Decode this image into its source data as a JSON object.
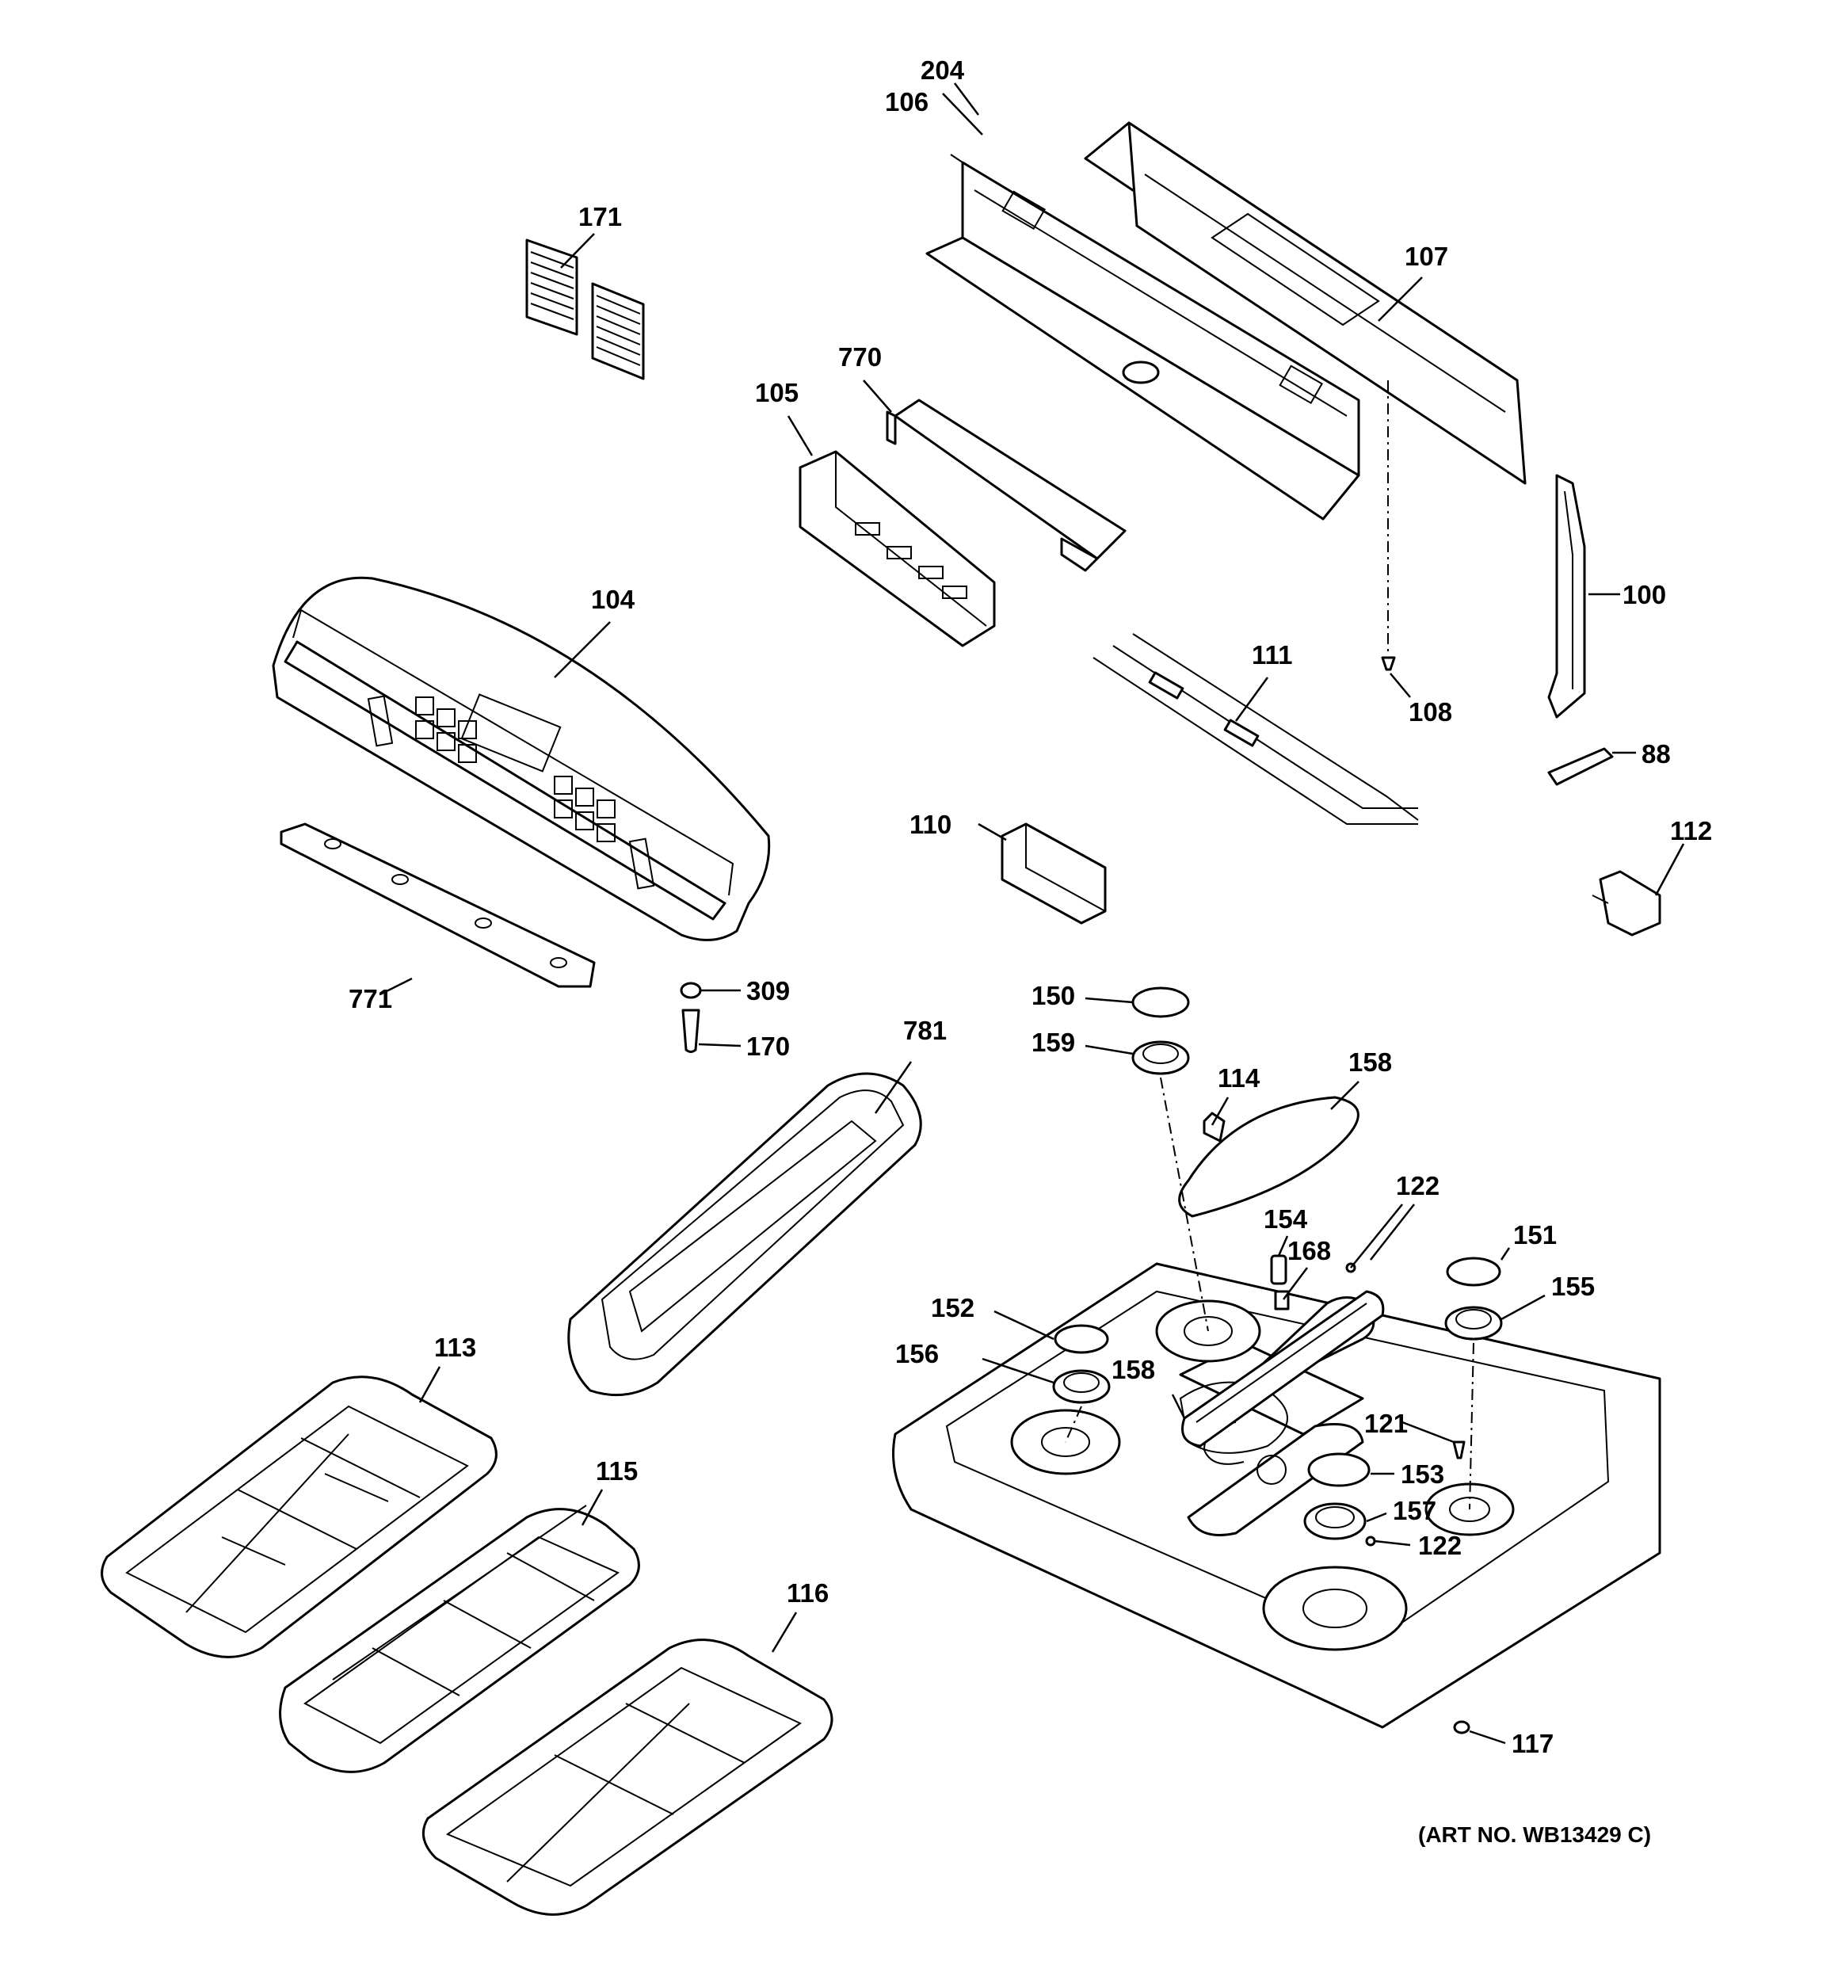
{
  "diagram": {
    "callouts": [
      {
        "id": "204",
        "text": "204"
      },
      {
        "id": "106",
        "text": "106"
      },
      {
        "id": "171",
        "text": "171"
      },
      {
        "id": "107",
        "text": "107"
      },
      {
        "id": "770",
        "text": "770"
      },
      {
        "id": "105",
        "text": "105"
      },
      {
        "id": "100",
        "text": "100"
      },
      {
        "id": "104",
        "text": "104"
      },
      {
        "id": "111",
        "text": "111"
      },
      {
        "id": "108",
        "text": "108"
      },
      {
        "id": "88",
        "text": "88"
      },
      {
        "id": "110",
        "text": "110"
      },
      {
        "id": "112",
        "text": "112"
      },
      {
        "id": "771",
        "text": "771"
      },
      {
        "id": "309",
        "text": "309"
      },
      {
        "id": "170",
        "text": "170"
      },
      {
        "id": "781",
        "text": "781"
      },
      {
        "id": "150",
        "text": "150"
      },
      {
        "id": "159",
        "text": "159"
      },
      {
        "id": "114",
        "text": "114"
      },
      {
        "id": "158a",
        "text": "158"
      },
      {
        "id": "122a",
        "text": "122"
      },
      {
        "id": "154",
        "text": "154"
      },
      {
        "id": "168",
        "text": "168"
      },
      {
        "id": "151",
        "text": "151"
      },
      {
        "id": "155",
        "text": "155"
      },
      {
        "id": "152",
        "text": "152"
      },
      {
        "id": "156",
        "text": "156"
      },
      {
        "id": "158b",
        "text": "158"
      },
      {
        "id": "121",
        "text": "121"
      },
      {
        "id": "153",
        "text": "153"
      },
      {
        "id": "157",
        "text": "157"
      },
      {
        "id": "122b",
        "text": "122"
      },
      {
        "id": "113",
        "text": "113"
      },
      {
        "id": "115",
        "text": "115"
      },
      {
        "id": "116",
        "text": "116"
      },
      {
        "id": "117",
        "text": "117"
      }
    ],
    "art_number": "(ART NO. WB13429 C)"
  }
}
